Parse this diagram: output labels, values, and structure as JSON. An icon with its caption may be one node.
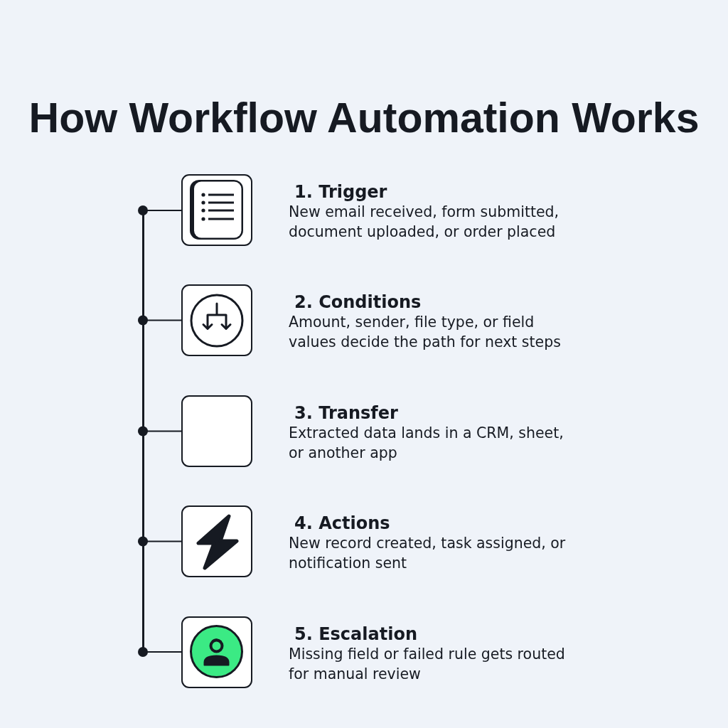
{
  "diagram": {
    "title": "How Workflow Automation Works",
    "nodes": [
      {
        "text": [],
        "shape": "bar"
      },
      {
        "text": [],
        "shape": "box",
        "beside": [
          "1. Trigger",
          "New email received, form submitted, document uploaded, or order placed"
        ]
      },
      {
        "text": [],
        "shape": "box",
        "beside": [
          "2. Conditions",
          "Amount, sender, file type, or field values decide the path for next steps"
        ]
      },
      {
        "text": [],
        "shape": "box",
        "beside": [
          "3. Transfer",
          "Extracted data lands in a CRM, sheet, or another app"
        ]
      },
      {
        "text": [],
        "shape": "box",
        "beside": [
          "4. Actions",
          "New record created, task assigned, or notification sent"
        ]
      },
      {
        "text": [],
        "shape": "box",
        "beside": [
          "5. Escalation",
          "Missing field or failed rule gets routed for manual review"
        ]
      }
    ],
    "edges": [
      {
        "from": 0,
        "to": 1,
        "arrow": "other"
      },
      {
        "from": 0,
        "to": 2,
        "arrow": "other"
      },
      {
        "from": 0,
        "to": 3,
        "arrow": "other"
      },
      {
        "from": 0,
        "to": 4,
        "arrow": "other"
      },
      {
        "from": 0,
        "to": 5,
        "arrow": "other"
      }
    ]
  }
}
